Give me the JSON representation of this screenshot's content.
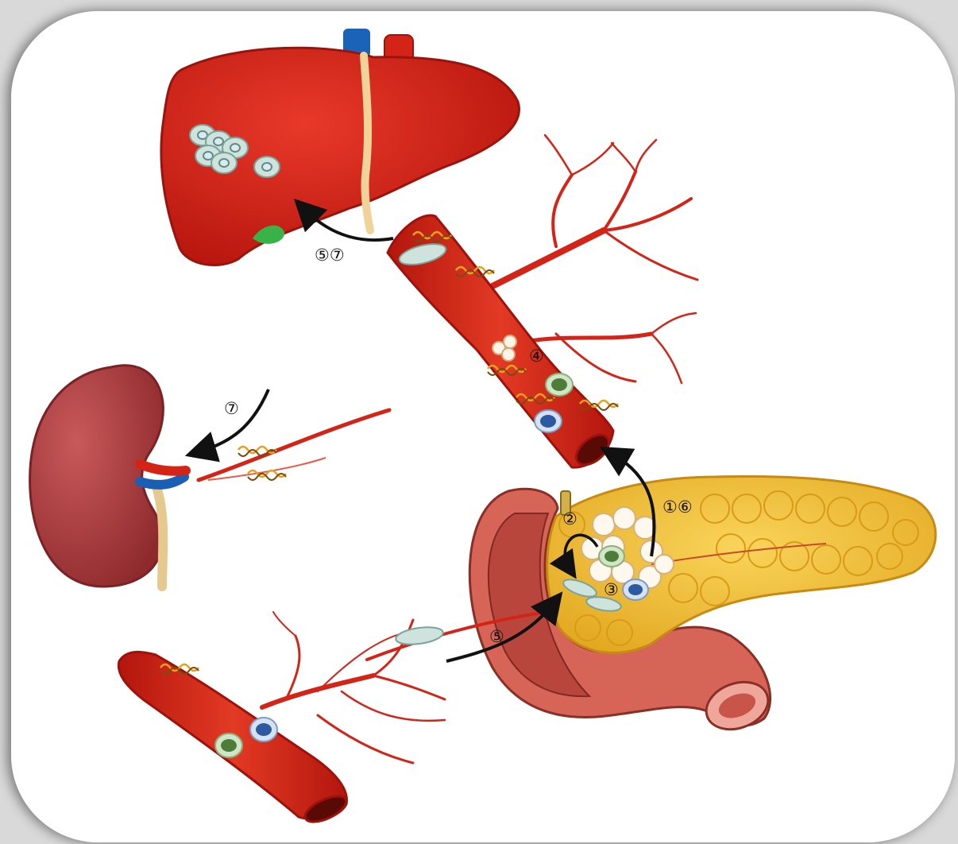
{
  "labels": {
    "liver_arrow": "⑤⑦",
    "kidney_arrow": "⑦",
    "vessel_cluster": "④",
    "pancreas_exit": "①⑥",
    "loop_arrow": "②",
    "tumor_cells": "③",
    "entry_arrow": "⑤"
  },
  "colors": {
    "organ_red": "#d42418",
    "organ_dark": "#a3130d",
    "kidney": "#a53b3d",
    "pancreas": "#f5c233",
    "duodenum": "#d66558",
    "vein_blue": "#1a5fb4",
    "cell_fill": "#cfe3dd",
    "cell_green": "#4e7d3a",
    "cell_blue": "#2c5aa0"
  }
}
